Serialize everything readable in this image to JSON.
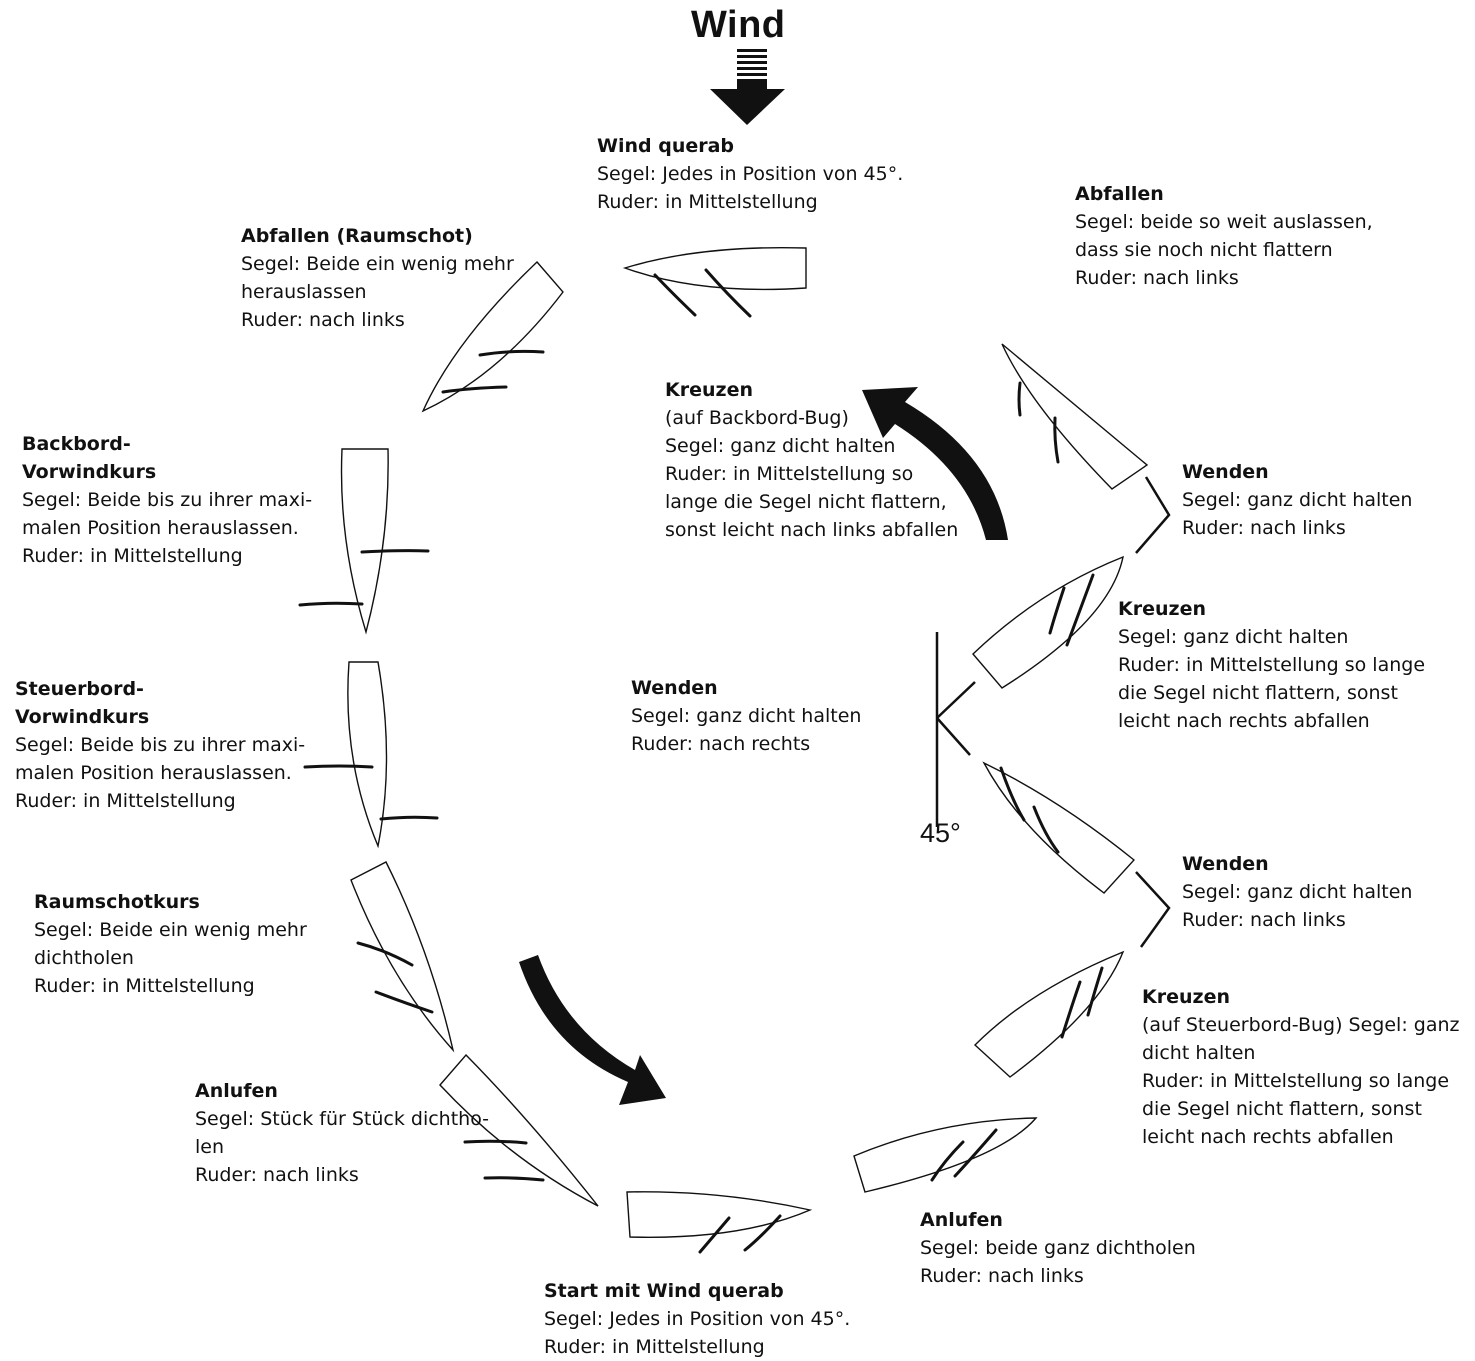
{
  "wind_title": "Wind",
  "angle_label": "45°",
  "labels": {
    "wind_querab": {
      "title": "Wind querab",
      "lines": [
        "Segel: Jedes in Position von 45°.",
        "Ruder: in Mittelstellung"
      ]
    },
    "abfallen_top_right": {
      "title": "Abfallen",
      "lines": [
        "Segel: beide so weit auslassen,",
        "dass sie noch nicht flattern",
        "Ruder: nach links"
      ]
    },
    "abfallen_raumschot": {
      "title": "Abfallen (Raumschot)",
      "lines": [
        "Segel: Beide ein wenig mehr",
        "herauslassen",
        "Ruder: nach links"
      ]
    },
    "kreuzen_backbord": {
      "title": "Kreuzen",
      "lines": [
        "(auf Backbord-Bug)",
        "Segel: ganz dicht halten",
        "Ruder: in Mittelstellung so",
        "lange die Segel nicht flattern,",
        "sonst leicht nach links abfallen"
      ]
    },
    "backbord_vorwind": {
      "title": "Backbord-",
      "title2": "Vorwindkurs",
      "lines": [
        "Segel: Beide bis zu ihrer maxi-",
        "malen Position herauslassen.",
        "Ruder: in Mittelstellung"
      ]
    },
    "wenden_right_1": {
      "title": "Wenden",
      "lines": [
        "Segel: ganz dicht halten",
        "Ruder: nach links"
      ]
    },
    "kreuzen_right_1": {
      "title": "Kreuzen",
      "lines": [
        "Segel: ganz dicht halten",
        "Ruder: in Mittelstellung so lange",
        "die Segel nicht flattern, sonst",
        "leicht nach rechts abfallen"
      ]
    },
    "steuerbord_vorwind": {
      "title": "Steuerbord-",
      "title2": "Vorwindkurs",
      "lines": [
        "Segel: Beide bis zu ihrer maxi-",
        "malen Position herauslassen.",
        "Ruder: in Mittelstellung"
      ]
    },
    "wenden_center": {
      "title": "Wenden",
      "lines": [
        "Segel: ganz dicht halten",
        "Ruder: nach rechts"
      ]
    },
    "wenden_right_2": {
      "title": "Wenden",
      "lines": [
        "Segel: ganz dicht halten",
        "Ruder: nach links"
      ]
    },
    "raumschotkurs": {
      "title": "Raumschotkurs",
      "lines": [
        "Segel: Beide ein wenig mehr",
        "dichtholen",
        "Ruder:  in Mittelstellung"
      ]
    },
    "kreuzen_steuerbord": {
      "title": "Kreuzen",
      "lines": [
        "(auf Steuerbord-Bug) Segel: ganz",
        "dicht halten",
        "Ruder: in Mittelstellung so lange",
        "die Segel nicht flattern, sonst",
        "leicht nach rechts abfallen"
      ]
    },
    "anlufen_left": {
      "title": "Anlufen",
      "lines": [
        "Segel: Stück für Stück dichtho-",
        "len",
        "Ruder: nach links"
      ]
    },
    "anlufen_right": {
      "title": "Anlufen",
      "lines": [
        "Segel: beide ganz dichtholen",
        "Ruder: nach links"
      ]
    },
    "start": {
      "title": "Start mit Wind querab",
      "lines": [
        "Segel: Jedes in Position von 45°.",
        "Ruder: in Mittelstellung"
      ]
    }
  }
}
